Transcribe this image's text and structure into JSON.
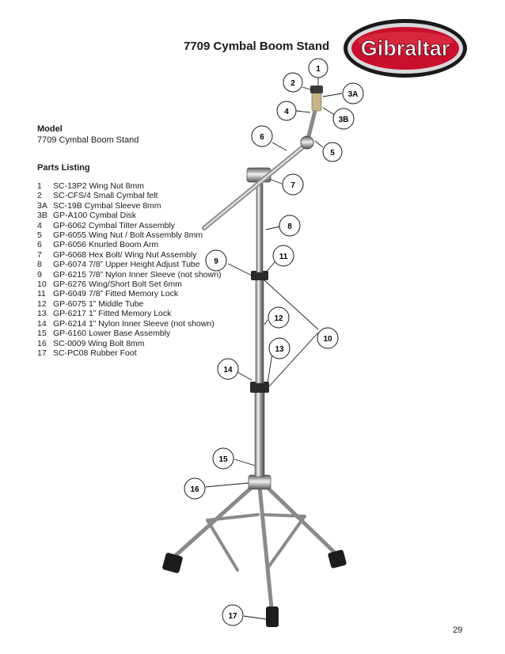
{
  "title": "7709 Cymbal Boom Stand",
  "logo": {
    "text": "Gibraltar",
    "colors": {
      "red": "#c8102e",
      "rim": "#1a1a1a",
      "silver": "#d9d9d9"
    }
  },
  "model": {
    "label": "Model",
    "name": "7709 Cymbal Boom Stand"
  },
  "parts_listing": {
    "label": "Parts Listing",
    "items": [
      {
        "num": "1",
        "text": "SC-13P2 Wing Nut 8mm"
      },
      {
        "num": "2",
        "text": "SC-CFS/4 Small Cymbal felt"
      },
      {
        "num": "3A",
        "text": "SC-19B Cymbal Sleeve 8mm"
      },
      {
        "num": "3B",
        "text": "GP-A100 Cymbal Disk"
      },
      {
        "num": "4",
        "text": "GP-6062 Cymbal Tilter Assembly"
      },
      {
        "num": "5",
        "text": "GP-6055 Wing Nut / Bolt Assembly 8mm"
      },
      {
        "num": "6",
        "text": "GP-6056 Knurled Boom Arm"
      },
      {
        "num": "7",
        "text": "GP-6068 Hex Bolt/ Wing Nut Assembly"
      },
      {
        "num": "8",
        "text": "GP-6074 7/8” Upper Height Adjust Tube"
      },
      {
        "num": "9",
        "text": "GP-6215 7/8” Nylon Inner Sleeve (not shown)"
      },
      {
        "num": "10",
        "text": "GP-6276 Wing/Short Bolt Set 6mm"
      },
      {
        "num": "11",
        "text": "GP-6049 7/8” Fitted Memory Lock"
      },
      {
        "num": "12",
        "text": "GP-6075 1” Middle Tube"
      },
      {
        "num": "13",
        "text": "GP-6217 1” Fitted Memory Lock"
      },
      {
        "num": "14",
        "text": "GP-6214 1” Nylon Inner Sleeve (not shown)"
      },
      {
        "num": "15",
        "text": "GP-6160 Lower Base Assembly"
      },
      {
        "num": "16",
        "text": "SC-0009 Wing Bolt 8mm"
      },
      {
        "num": "17",
        "text": "SC-PC08 Rubber Foot"
      }
    ]
  },
  "callouts": [
    "1",
    "2",
    "3A",
    "4",
    "3B",
    "6",
    "5",
    "7",
    "8",
    "9",
    "11",
    "12",
    "10",
    "13",
    "14",
    "15",
    "16",
    "17"
  ],
  "page_number": "29"
}
